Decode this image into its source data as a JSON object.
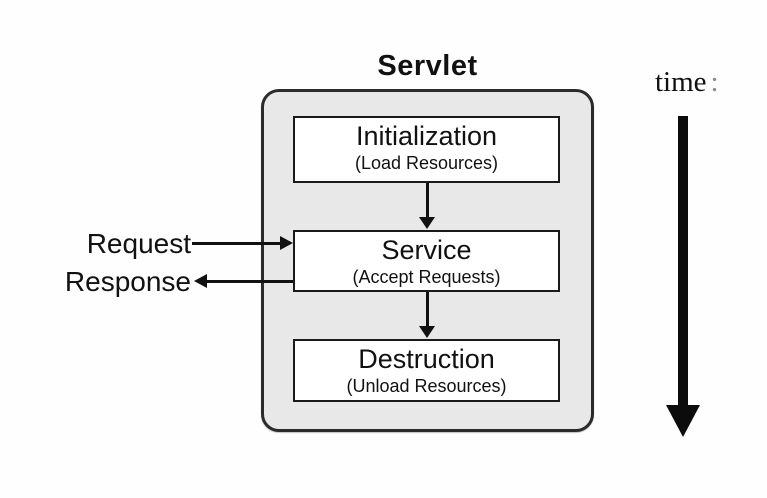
{
  "diagram": {
    "title": "Servlet",
    "container": {
      "boxes": [
        {
          "id": "initialization",
          "title": "Initialization",
          "subtitle": "(Load Resources)"
        },
        {
          "id": "service",
          "title": "Service",
          "subtitle": "(Accept Requests)"
        },
        {
          "id": "destruction",
          "title": "Destruction",
          "subtitle": "(Unload Resources)"
        }
      ]
    },
    "io_labels": {
      "request": "Request",
      "response": "Response"
    },
    "time_axis": {
      "label": "time",
      "colon": ":"
    },
    "colors": {
      "background": "#fefefe",
      "container_fill": "#e8e8e8",
      "container_border": "#2b2b2b",
      "box_fill": "#ffffff",
      "box_border": "#1a1a1a",
      "arrow": "#111111",
      "text": "#111111"
    }
  }
}
